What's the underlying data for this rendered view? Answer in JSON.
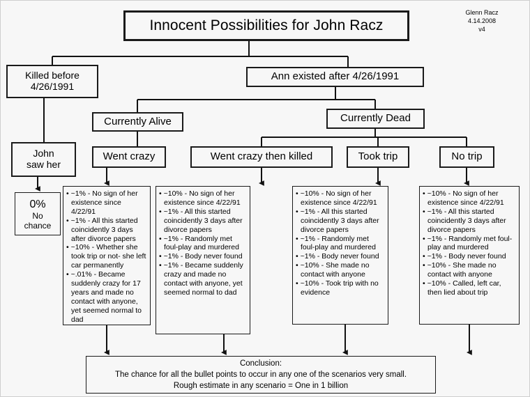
{
  "title": "Innocent Possibilities for John Racz",
  "byline": "Glenn Racz\n4.14.2008\nv4",
  "nodes": {
    "killed_before": "Killed before\n4/26/1991",
    "ann_existed": "Ann existed after 4/26/1991",
    "currently_alive": "Currently Alive",
    "currently_dead": "Currently Dead",
    "john_saw_her": "John\nsaw her",
    "went_crazy": "Went crazy",
    "went_crazy_then_killed": "Went crazy then killed",
    "took_trip": "Took trip",
    "no_trip": "No trip"
  },
  "zero_box": {
    "percent": "0%",
    "label_line1": "No",
    "label_line2": "chance"
  },
  "columns": [
    {
      "id": "col-went-crazy",
      "parent": "Went crazy",
      "bullets": [
        "~1% - No sign of her existence since 4/22/91",
        "~1% - All this started coincidently 3 days after divorce papers",
        "~10% - Whether she took trip or not- she left car permanently",
        "~.01% - Became suddenly crazy for 17 years and made no contact with anyone, yet seemed normal to dad"
      ]
    },
    {
      "id": "col-went-crazy-then-killed",
      "parent": "Went crazy then killed",
      "bullets": [
        "~10% - No sign of her existence since 4/22/91",
        "~1% - All this started coincidently 3 days after divorce papers",
        "~1% - Randomly met foul-play and murdered",
        "~1% - Body never found",
        "~1% - Became suddenly crazy and made no contact with anyone, yet seemed normal to dad"
      ]
    },
    {
      "id": "col-took-trip",
      "parent": "Took trip",
      "bullets": [
        "~10% - No sign of her existence since 4/22/91",
        "~1% - All this started coincidently 3 days after divorce papers",
        "~1% - Randomly met foul-play and murdered",
        "~1% - Body never found",
        "~10% - She made no contact with anyone",
        "~10% - Took trip with no evidence"
      ]
    },
    {
      "id": "col-no-trip",
      "parent": "No trip",
      "bullets": [
        "~10% - No sign of her existence since 4/22/91",
        "~1% - All this started coincidently 3 days after divorce papers",
        "~1% - Randomly met foul-play and murdered",
        "~1% - Body never found",
        "~10% - She made no contact with anyone",
        "~10% - Called, left car, then lied about trip"
      ]
    }
  ],
  "conclusion": {
    "heading": "Conclusion:",
    "line1": "The chance for all the bullet points to occur in any one of the scenarios very small.",
    "line2": "Rough estimate in any scenario = One in 1 billion"
  }
}
